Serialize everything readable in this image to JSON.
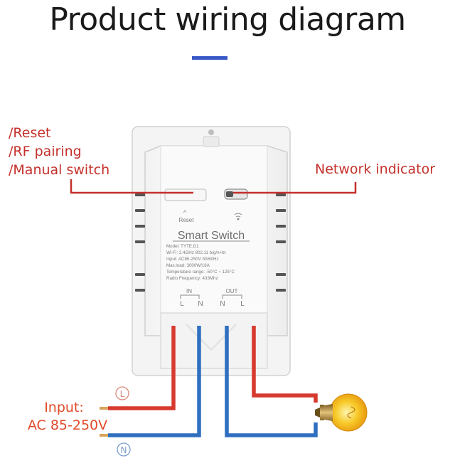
{
  "title": "Product wiring diagram",
  "callouts": {
    "reset": "/Reset",
    "rf_pairing": "/RF pairing",
    "manual_switch": "/Manual switch",
    "network_indicator": "Network indicator"
  },
  "input": {
    "line1": "Input:",
    "line2": "AC 85-250V"
  },
  "terminal_markers": {
    "live": "L",
    "neutral": "N"
  },
  "device": {
    "reset_label": "Reset",
    "name": "Smart Switch",
    "specs": [
      "Model: TYTE.D1",
      "Wi-Fi: 2.4GHz  802.11 b/g/n+bt",
      "Input: AC85-250V 50/60Hz",
      "Max.load: 3000W/16A",
      "Temperature range: -50°C ~ 125°C",
      "Radio Frequency: 433Mhz"
    ],
    "in_label": "IN",
    "out_label": "OUT",
    "in_terminals": [
      "L",
      "N"
    ],
    "out_terminals": [
      "N",
      "L"
    ]
  },
  "colors": {
    "live_wire": "#d63a2f",
    "neutral_wire": "#2f6fc0",
    "callout_line": "#c4302b",
    "accent_bar": "#3a57c7"
  }
}
